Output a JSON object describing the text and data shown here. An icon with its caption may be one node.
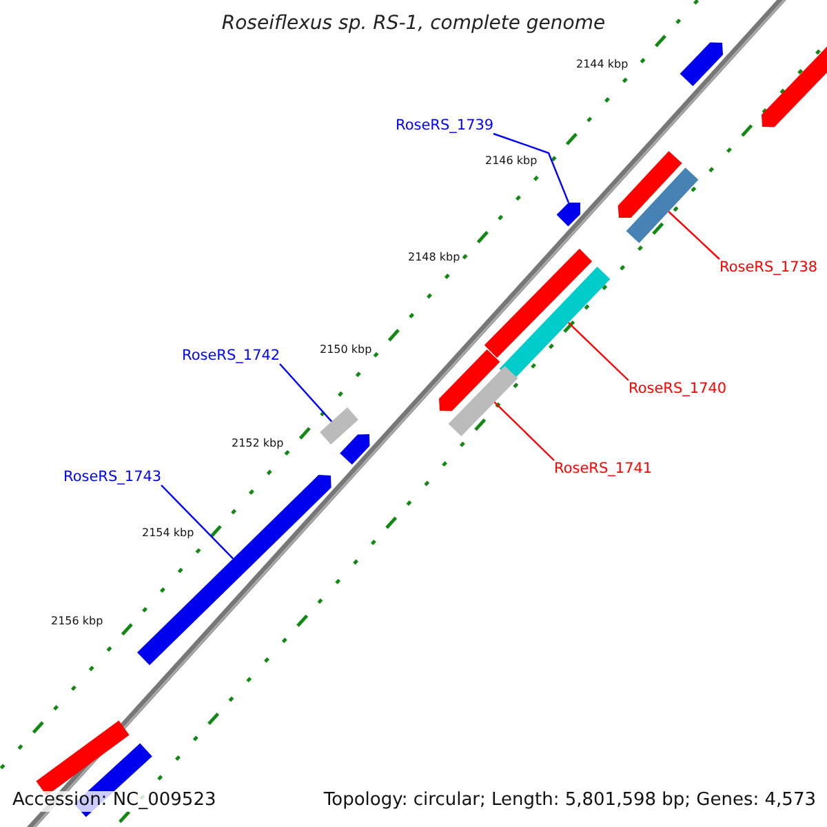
{
  "diagram": {
    "title": "Roseiflexus sp. RS-1, complete genome",
    "nodes": [
      {
        "text": [
          "RoseRS_1739"
        ]
      },
      {
        "text": [],
        "shape": "bar"
      },
      {
        "text": [
          "RoseRS_1738"
        ]
      },
      {
        "text": [],
        "shape": "bar"
      },
      {
        "text": [
          "RoseRS_1740"
        ]
      },
      {
        "text": [],
        "shape": "bar"
      },
      {
        "text": [
          "RoseRS_1741"
        ]
      },
      {
        "text": [],
        "shape": "bar"
      },
      {
        "text": [
          "RoseRS_1742"
        ]
      },
      {
        "text": [],
        "shape": "bar"
      },
      {
        "text": [
          "RoseRS_1743"
        ]
      },
      {
        "text": [],
        "shape": "bar"
      }
    ],
    "edges": [
      {
        "from": 0,
        "to": 1,
        "arrow": "none"
      },
      {
        "from": 2,
        "to": 3,
        "arrow": "none",
        "color": "#ff0000"
      },
      {
        "from": 4,
        "to": 5,
        "arrow": "none",
        "color": "#ff0000"
      },
      {
        "from": 6,
        "to": 7,
        "arrow": "none",
        "color": "#ff0000"
      },
      {
        "from": 8,
        "to": 9,
        "arrow": "none"
      },
      {
        "from": 10,
        "to": 11,
        "arrow": "none"
      }
    ],
    "labels": [
      "2144 kbp",
      "2146 kbp",
      "2148 kbp",
      "2150 kbp",
      "2152 kbp",
      "2154 kbp",
      "2156 kbp",
      "Accession: NC_009523",
      "Topology: circular; Length: 5,801,598 bp; Genes: 4,573"
    ]
  }
}
